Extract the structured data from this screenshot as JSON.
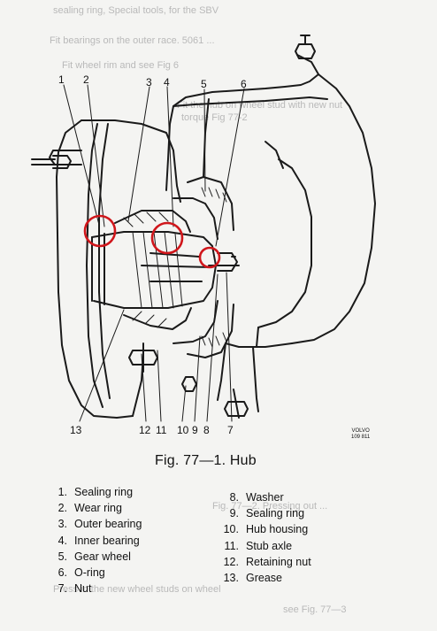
{
  "figure": {
    "caption": "Fig. 77—1. Hub",
    "vendor_mark": [
      "VOLVO",
      "109 811"
    ]
  },
  "callouts": [
    "1",
    "2",
    "3",
    "4",
    "5",
    "6",
    "13",
    "12",
    "11",
    "10",
    "9",
    "8",
    "7"
  ],
  "legend_left": [
    {
      "num": "1.",
      "label": "Sealing ring"
    },
    {
      "num": "2.",
      "label": "Wear ring"
    },
    {
      "num": "3.",
      "label": "Outer bearing"
    },
    {
      "num": "4.",
      "label": "Inner bearing"
    },
    {
      "num": "5.",
      "label": "Gear wheel"
    },
    {
      "num": "6.",
      "label": "O-ring"
    },
    {
      "num": "7.",
      "label": "Nut"
    }
  ],
  "legend_right": [
    {
      "num": "8.",
      "label": "Washer"
    },
    {
      "num": "9.",
      "label": "Sealing ring"
    },
    {
      "num": "10.",
      "label": "Hub housing"
    },
    {
      "num": "11.",
      "label": "Stub axle"
    },
    {
      "num": "12.",
      "label": "Retaining nut"
    },
    {
      "num": "13.",
      "label": "Grease"
    }
  ],
  "bleed_through": [
    "sealing ring, Special tools, for the SBV",
    "Fit bearings on the outer race. 5061 ...",
    "Fit wheel rim and see Fig 6",
    "Fit the hub on wheel stud with new nut",
    "torque Fig 77-2",
    "Fig. 77—2. Pressing out ...",
    "Press in the new wheel studs on wheel",
    "see Fig. 77—3"
  ],
  "colors": {
    "paper": "#f4f4f2",
    "ink": "#111111",
    "highlight_circle": "#d0161b",
    "bleed": "#b9b9b9"
  }
}
